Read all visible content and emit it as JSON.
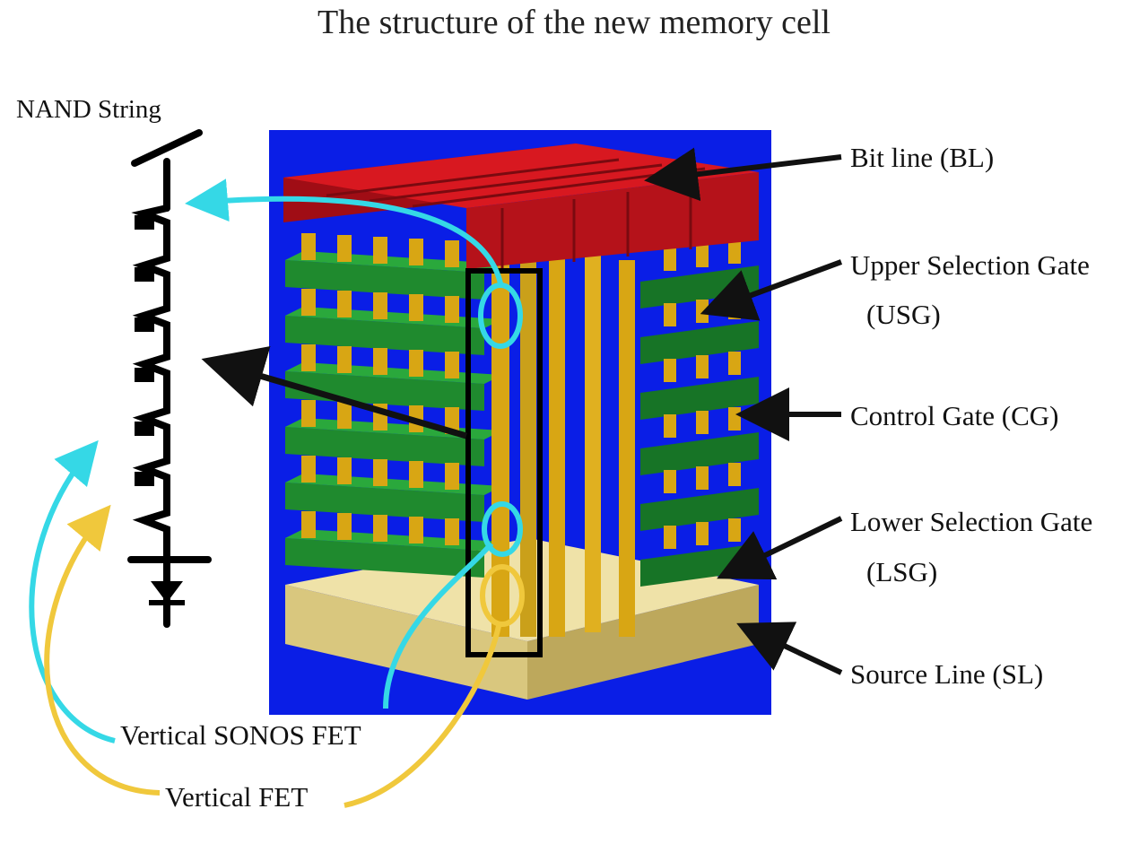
{
  "title": "The structure of the new memory cell",
  "labels": {
    "nand_string": "NAND String",
    "bit_line": "Bit line (BL)",
    "upper_selection_gate": "Upper Selection Gate",
    "usg_abbr": "(USG)",
    "control_gate": "Control Gate (CG)",
    "lower_selection_gate": "Lower Selection Gate",
    "lsg_abbr": "(LSG)",
    "source_line": "Source Line (SL)",
    "vertical_sonos_fet": "Vertical SONOS FET",
    "vertical_fet": "Vertical FET"
  },
  "colors": {
    "background_panel": "#0a1ee6",
    "bit_line_red": "#c8101a",
    "control_gate_green": "#1f8a2e",
    "pillar_gold": "#d8a614",
    "source_line_tan": "#e0d08a",
    "cyan_arrow": "#35d8e6",
    "yellow_arrow": "#f0c83c"
  },
  "icons": {
    "nand_schematic": "nand-string-schematic-icon",
    "diode": "diode-icon"
  }
}
